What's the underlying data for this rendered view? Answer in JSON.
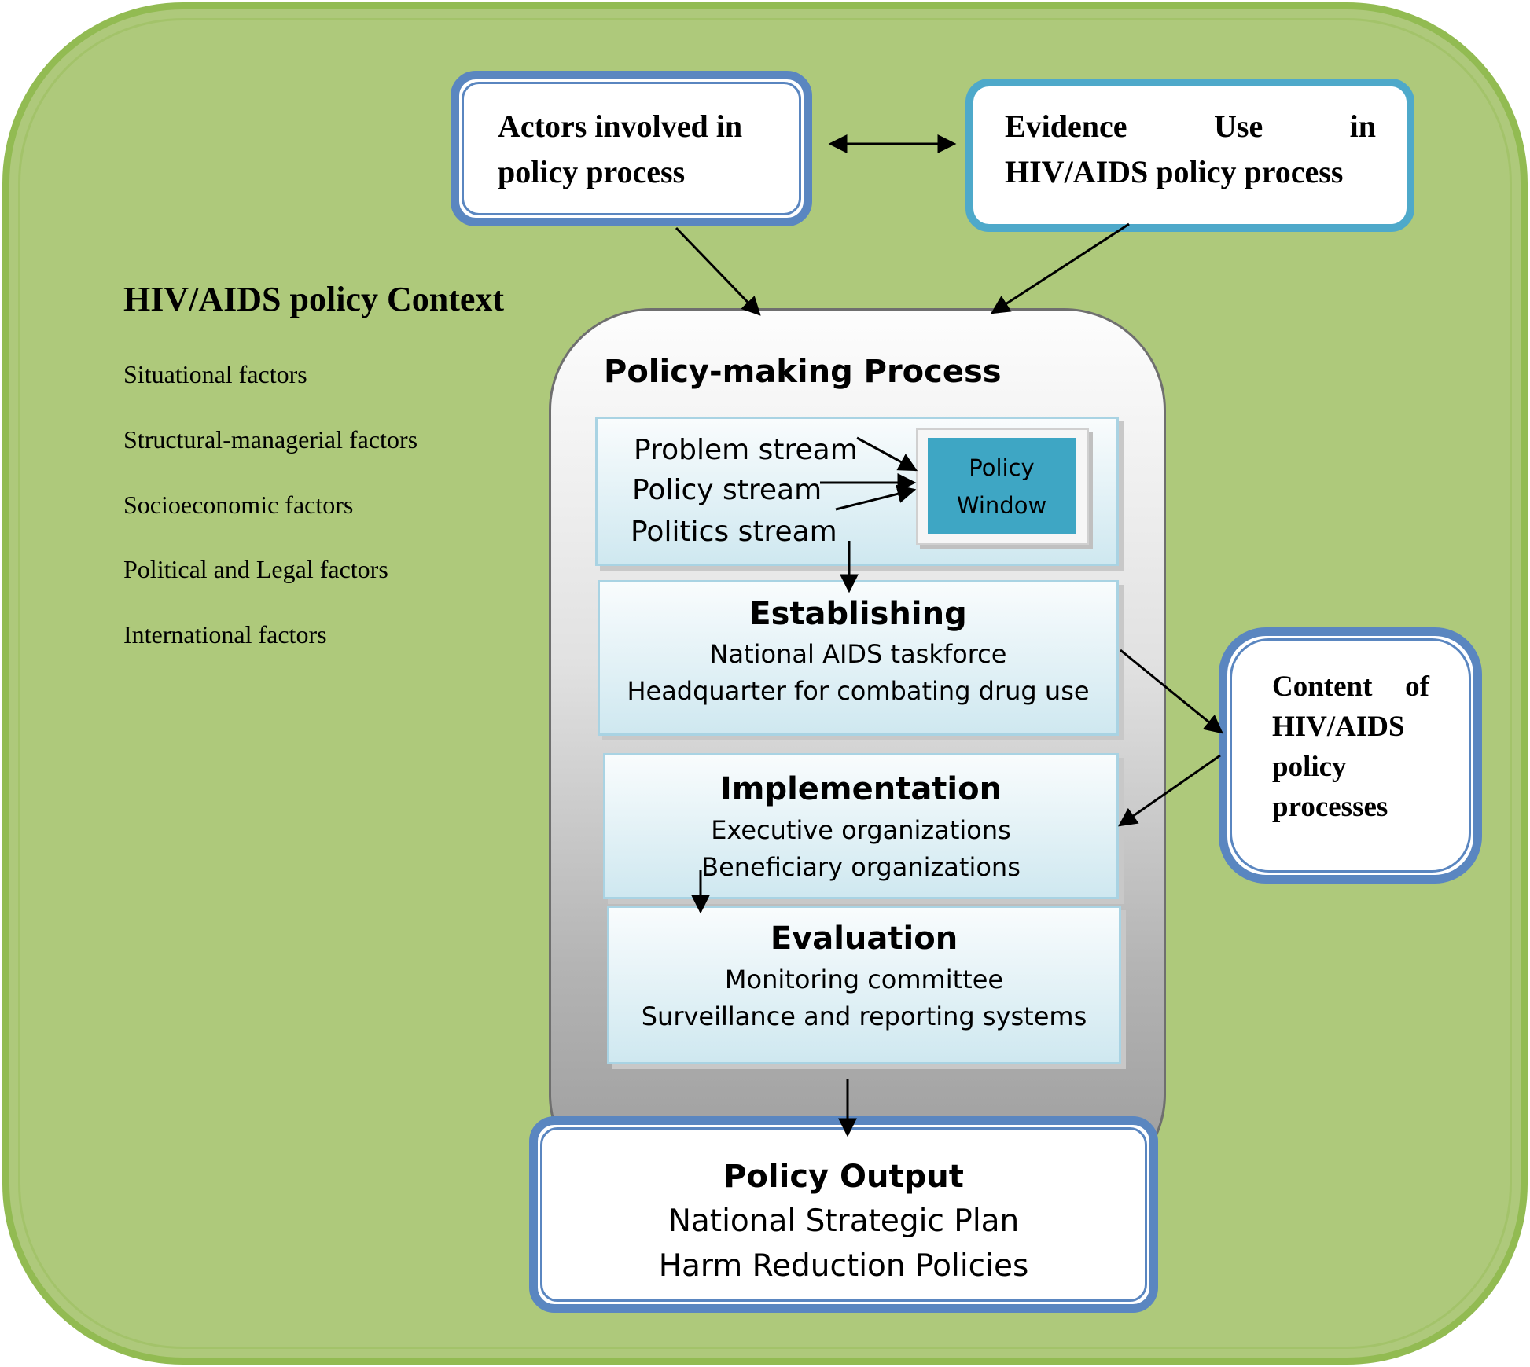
{
  "actors": {
    "line1": "Actors involved in",
    "line2": "policy process"
  },
  "evidence": {
    "w1": "Evidence",
    "w2": "Use",
    "w3": "in",
    "line2": "HIV/AIDS policy process"
  },
  "context": {
    "title": "HIV/AIDS policy Context",
    "factors": [
      "Situational factors",
      "Structural-managerial factors",
      "Socioeconomic factors",
      "Political and Legal factors",
      "International factors"
    ]
  },
  "process": {
    "title": "Policy-making Process",
    "streams": [
      "Problem stream",
      "Policy stream",
      "Politics stream"
    ],
    "window": {
      "line1": "Policy",
      "line2": "Window"
    },
    "establishing": {
      "title": "Establishing",
      "items": [
        "National AIDS taskforce",
        "Headquarter for combating drug use"
      ]
    },
    "implementation": {
      "title": "Implementation",
      "items": [
        "Executive organizations",
        "Beneficiary organizations"
      ]
    },
    "evaluation": {
      "title": "Evaluation",
      "items": [
        "Monitoring committee",
        "Surveillance and reporting systems"
      ]
    }
  },
  "content": {
    "w1": "Content",
    "w2": "of",
    "line2": "HIV/AIDS",
    "line3": "policy",
    "line4": "processes"
  },
  "output": {
    "title": "Policy Output",
    "items": [
      "National Strategic Plan",
      "Harm Reduction Policies"
    ]
  },
  "colors": {
    "background": "#aec97b",
    "border_blue": "#5a86c0",
    "border_teal": "#4ea9ca",
    "window": "#3ea6c4"
  }
}
